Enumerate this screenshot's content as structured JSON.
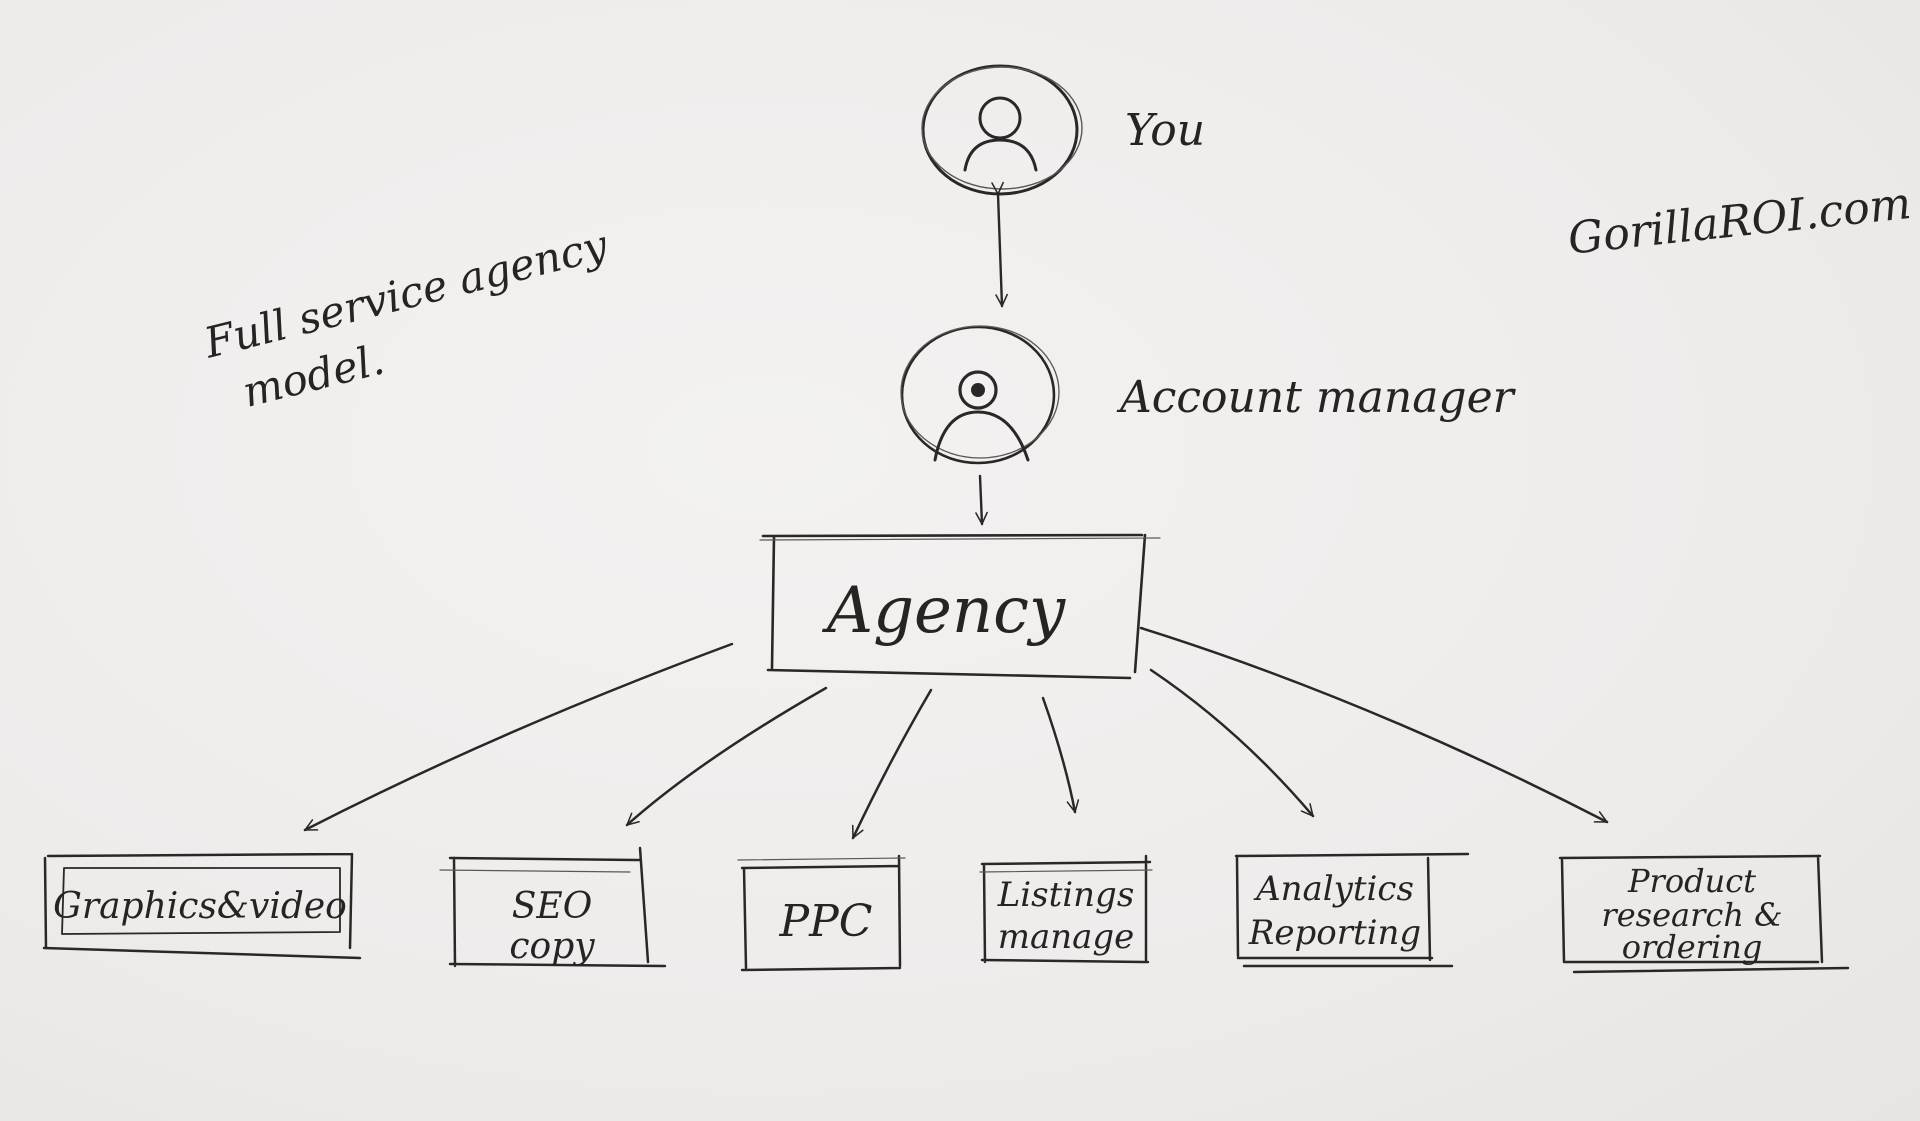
{
  "note": {
    "line1": "Full service agency",
    "line2": "model."
  },
  "watermark": "GorillaROI.com",
  "you": {
    "label": "You",
    "icon": "person-icon"
  },
  "account_manager": {
    "label": "Account manager",
    "icon": "person-icon"
  },
  "agency": {
    "label": "Agency"
  },
  "services": [
    {
      "line1": "Graphics&video",
      "line2": ""
    },
    {
      "line1": "SEO",
      "line2": "copy"
    },
    {
      "line1": "PPC",
      "line2": ""
    },
    {
      "line1": "Listings",
      "line2": "manage"
    },
    {
      "line1": "Analytics",
      "line2": "Reporting"
    },
    {
      "line1": "Product",
      "line2": "research &",
      "line3": "ordering"
    }
  ],
  "colors": {
    "paper": "#efedec",
    "pencil": "#2a2826"
  }
}
